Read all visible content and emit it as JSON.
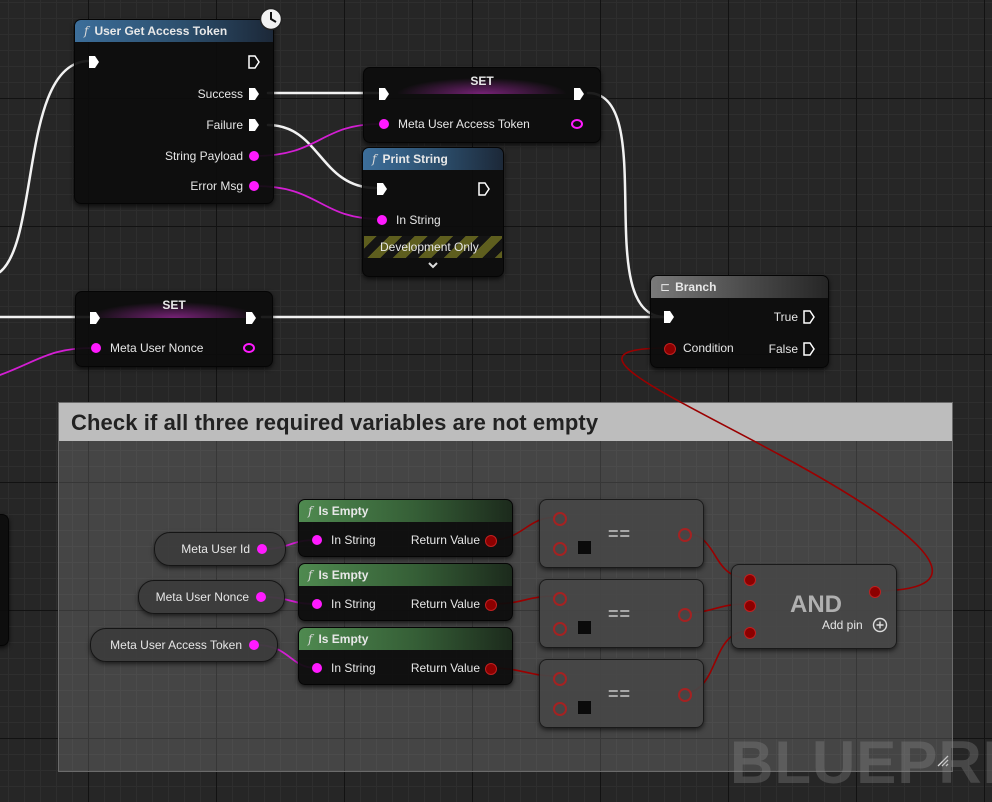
{
  "canvas": {
    "watermark": "BLUEPRIN"
  },
  "comment": {
    "title": "Check if all three required variables are not empty"
  },
  "nodes": {
    "get_token": {
      "title": "User Get Access Token",
      "pins": [
        "Success",
        "Failure",
        "String Payload",
        "Error Msg"
      ]
    },
    "set_token": {
      "title": "SET",
      "var": "Meta User Access Token"
    },
    "print_string": {
      "title": "Print String",
      "in_label": "In String",
      "dev_only": "Development Only"
    },
    "set_nonce": {
      "title": "SET",
      "var": "Meta User Nonce"
    },
    "branch": {
      "title": "Branch",
      "condition": "Condition",
      "true_label": "True",
      "false_label": "False"
    },
    "is_empty": [
      {
        "title": "Is Empty",
        "in": "In String",
        "out": "Return Value"
      },
      {
        "title": "Is Empty",
        "in": "In String",
        "out": "Return Value"
      },
      {
        "title": "Is Empty",
        "in": "In String",
        "out": "Return Value"
      }
    ],
    "variables": [
      "Meta User Id",
      "Meta User Nonce",
      "Meta User Access Token"
    ],
    "compare": {
      "label": "=="
    },
    "and_node": {
      "label": "AND",
      "add_pin": "Add pin"
    }
  },
  "colors": {
    "exec": "#ffffff",
    "string": "#ff1aff",
    "bool": "#950000",
    "function_header": "#3c6e9a",
    "pure_header": "#4f8a50"
  }
}
